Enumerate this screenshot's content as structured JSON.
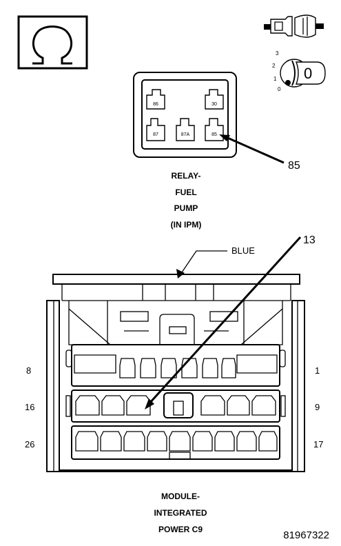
{
  "relay": {
    "terminals": [
      "86",
      "30",
      "87",
      "87A",
      "85"
    ],
    "callout": "85",
    "caption_lines": [
      "RELAY-",
      "FUEL",
      "PUMP",
      "(IN IPM)"
    ]
  },
  "ignition": {
    "positions": [
      "3",
      "2",
      "1",
      "0"
    ],
    "key_label": "0"
  },
  "connector": {
    "color_label": "BLUE",
    "callout": "13",
    "pin_labels": {
      "top_left": "8",
      "top_right": "1",
      "mid_left": "16",
      "mid_right": "9",
      "bottom_left": "26",
      "bottom_right": "17"
    },
    "caption_lines": [
      "MODULE-",
      "INTEGRATED",
      "POWER C9"
    ]
  },
  "figure_id": "81967322",
  "icons": [
    "ohmmeter-icon",
    "connector-unplugged-icon",
    "ignition-key-icon"
  ]
}
